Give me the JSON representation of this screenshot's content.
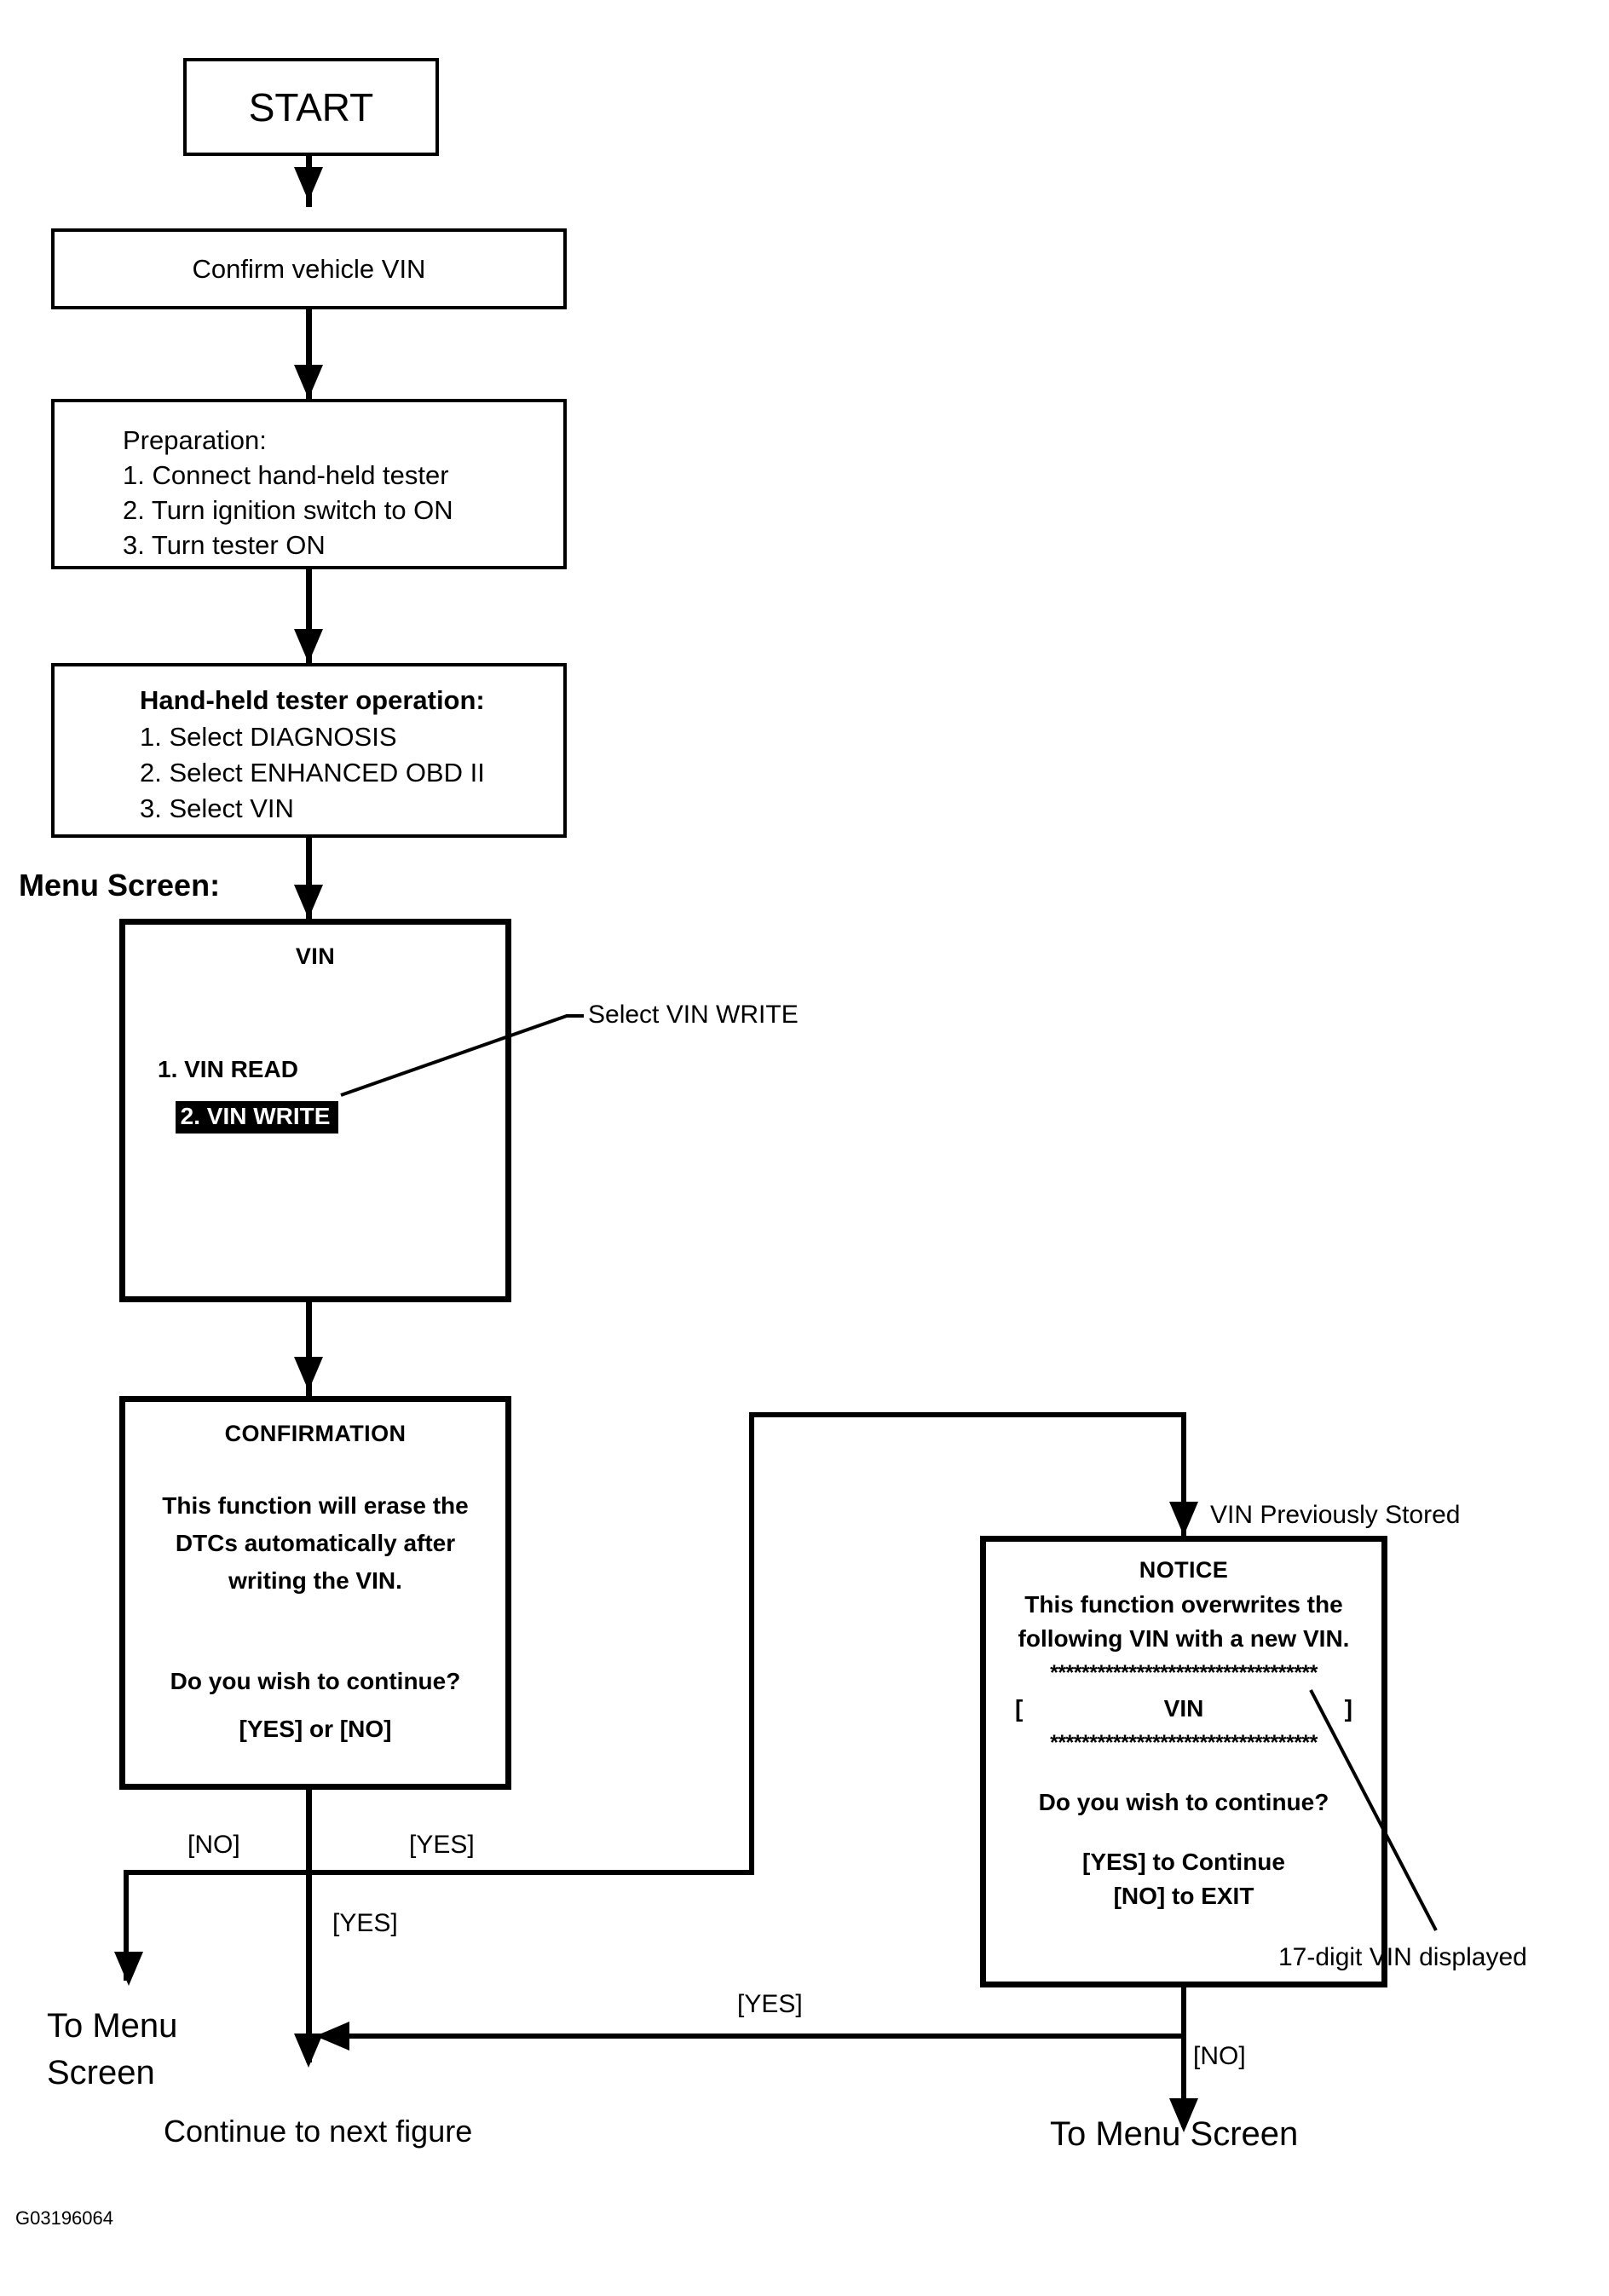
{
  "figure": {
    "id_label": "G03196064",
    "title": "VIN Write Procedure Flowchart"
  },
  "nodes": {
    "start": {
      "label": "START"
    },
    "confirm_vin": {
      "label": "Confirm vehicle VIN"
    },
    "preparation": {
      "heading": "Preparation:",
      "steps": [
        "1. Connect hand-held tester",
        "2. Turn ignition switch to ON",
        "3. Turn tester ON"
      ]
    },
    "tester_operation": {
      "heading": "Hand-held tester operation:",
      "steps": [
        "1. Select DIAGNOSIS",
        "2. Select ENHANCED OBD II",
        "3. Select VIN"
      ]
    },
    "menu_screen_label": "Menu Screen:",
    "vin_menu": {
      "title": "VIN",
      "items": [
        {
          "label": "1. VIN READ",
          "selected": false
        },
        {
          "label": "2. VIN WRITE",
          "selected": true
        }
      ]
    },
    "confirmation": {
      "title": "CONFIRMATION",
      "body": [
        "This function will erase the",
        "DTCs automatically after",
        "writing the VIN."
      ],
      "question": "Do you wish to continue?",
      "answers": "[YES] or [NO]"
    },
    "notice": {
      "title": "NOTICE",
      "body": [
        "This function overwrites the",
        "following VIN with a new VIN."
      ],
      "stars_top": "**********************************",
      "vin_field": {
        "open_bracket": "[",
        "value": "VIN",
        "close_bracket": "]"
      },
      "stars_bottom": "**********************************",
      "question": "Do you wish to continue?",
      "answers": [
        "[YES] to Continue",
        "[NO] to EXIT"
      ]
    }
  },
  "callouts": {
    "select_vin_write": "Select VIN WRITE",
    "vin_previously_stored": "VIN Previously Stored",
    "seventeen_digit_vin": "17-digit VIN displayed"
  },
  "edge_labels": {
    "confirmation_no": "[NO]",
    "confirmation_yes_right": "[YES]",
    "confirmation_yes_down": "[YES]",
    "notice_yes": "[YES]",
    "notice_no": "[NO]"
  },
  "terminals": {
    "to_menu_screen_left_line1": "To Menu",
    "to_menu_screen_left_line2": "Screen",
    "continue_next_figure": "Continue to next figure",
    "to_menu_screen_right": "To Menu Screen"
  },
  "colors": {
    "stroke": "#000000",
    "background": "#ffffff",
    "highlight_bg": "#000000",
    "highlight_fg": "#ffffff"
  }
}
